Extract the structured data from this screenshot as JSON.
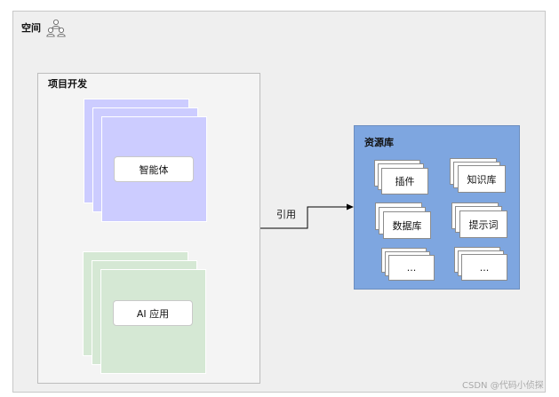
{
  "space": {
    "label": "空间",
    "icon": "users-group-icon"
  },
  "project": {
    "label": "项目开发",
    "agent_label": "智能体",
    "ai_app_label": "AI 应用",
    "agent_color": "#ccccff",
    "ai_app_color": "#d5e8d4"
  },
  "connector": {
    "label": "引用"
  },
  "resources": {
    "label": "资源库",
    "color": "#7ea6e0",
    "items": [
      "插件",
      "知识库",
      "数据库",
      "提示词",
      "...",
      "..."
    ]
  },
  "watermark": "CSDN @代码小侦探"
}
